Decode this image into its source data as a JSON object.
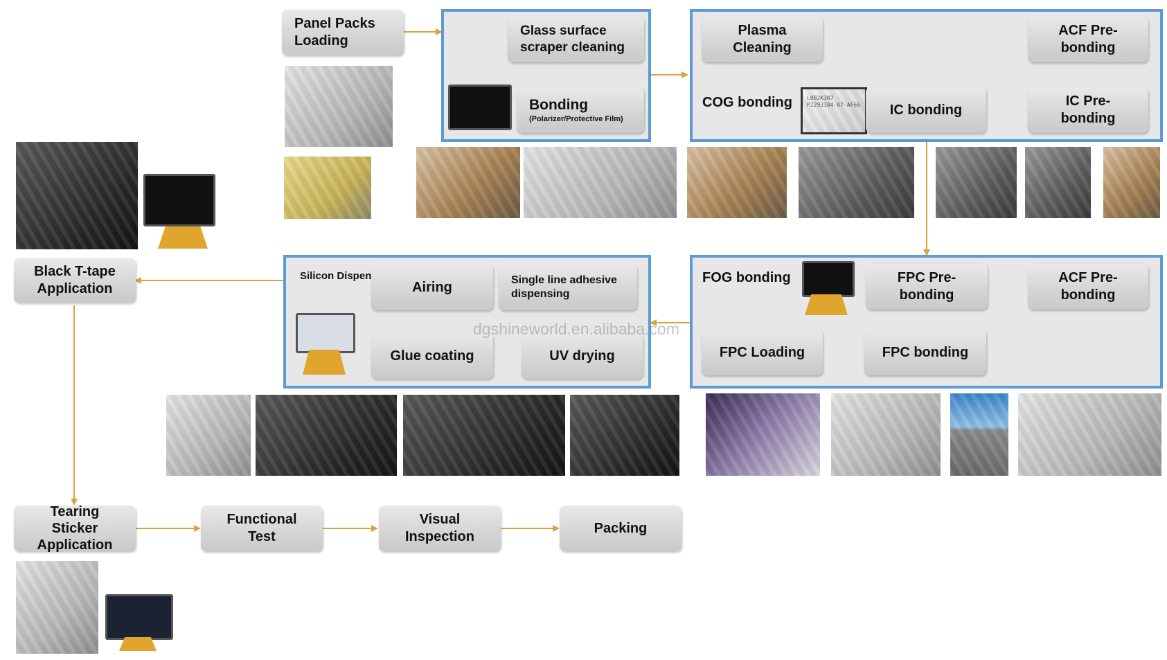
{
  "watermark": "dgshineworld.en.alibaba.com",
  "colors": {
    "group_border": "#5b9bd5",
    "flow_arrow": "#d9a440",
    "inner_arrow": "#2e75b6"
  },
  "steps": {
    "panel_packs": "Panel Packs\nLoading",
    "glass_clean": "Glass surface\nscraper cleaning",
    "bonding": "Bonding",
    "bonding_sub": "(Polarizer/Protective Film)",
    "plasma": "Plasma\nCleaning",
    "acf_pre_1": "ACF Pre-\nbonding",
    "cog_label": "COG bonding",
    "ic_bonding": "IC bonding",
    "ic_pre": "IC Pre-\nbonding",
    "fog_label": "FOG bonding",
    "fpc_pre": "FPC Pre-\nbonding",
    "acf_pre_2": "ACF Pre-\nbonding",
    "fpc_loading": "FPC Loading",
    "fpc_bonding": "FPC bonding",
    "silicon_label": "Silicon Dispensing",
    "airing": "Airing",
    "single_line": "Single line adhesive\ndispensing",
    "glue": "Glue coating",
    "uv": "UV drying",
    "black_tape": "Black T-tape\nApplication",
    "tearing": "Tearing\nSticker\nApplication",
    "functional": "Functional\nTest",
    "visual": "Visual\nInspection",
    "packing": "Packing"
  },
  "photo_texts": {
    "cog_chip": "L0B2K3N7 · P2293384-07-AF66"
  }
}
